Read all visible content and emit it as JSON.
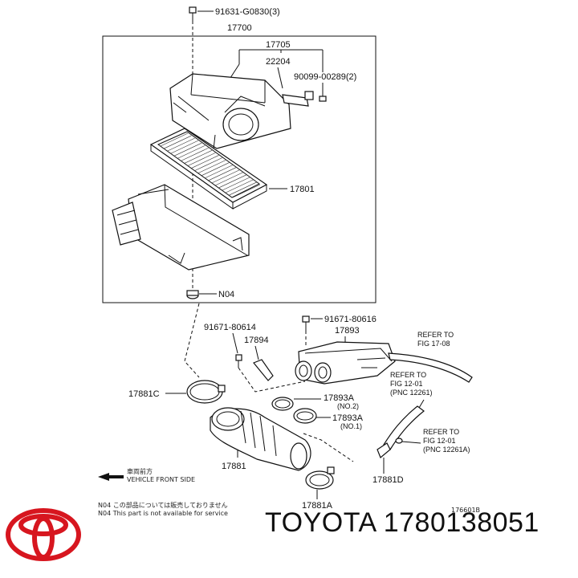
{
  "callouts": {
    "bolt_top": "91631-G0830(3)",
    "cleaner_assy": "17700",
    "cap_sub": "17705",
    "sensor": "22204",
    "screw_sensor": "90099-00289(2)",
    "element": "17801",
    "grommet": "N04",
    "bolt_resonator": "91671-80616",
    "resonator": "17893",
    "bolt_bracket": "91671-80614",
    "bracket": "17894",
    "clamp_c": "17881C",
    "clamp_a_no2": "17893A",
    "clamp_a_no2_sub": "(NO.2)",
    "clamp_a_no1": "17893A",
    "clamp_a_no1_sub": "(NO.1)",
    "hose": "17881",
    "hose_clamp_d": "17881D",
    "clamp_a": "17881A"
  },
  "refer_notes": {
    "fig17_l1": "REFER TO",
    "fig17_l2": "FIG  17-08",
    "fig12a_l1": "REFER TO",
    "fig12a_l2": "FIG  12-01",
    "fig12a_l3": "(PNC  12261)",
    "fig12b_l1": "REFER TO",
    "fig12b_l2": "FIG  12-01",
    "fig12b_l3": "(PNC  12261A)"
  },
  "legend": {
    "front_jp": "車両前方",
    "front_en": "VEHICLE FRONT SIDE",
    "n04_jp": "N04  この部品については販売しておりません",
    "n04_en": "N04  This part is not available for service",
    "drawing_no": "176601B"
  },
  "branding": {
    "brand": "TOYOTA",
    "part_number": "1780138051",
    "logo_color": "#d7161f"
  }
}
